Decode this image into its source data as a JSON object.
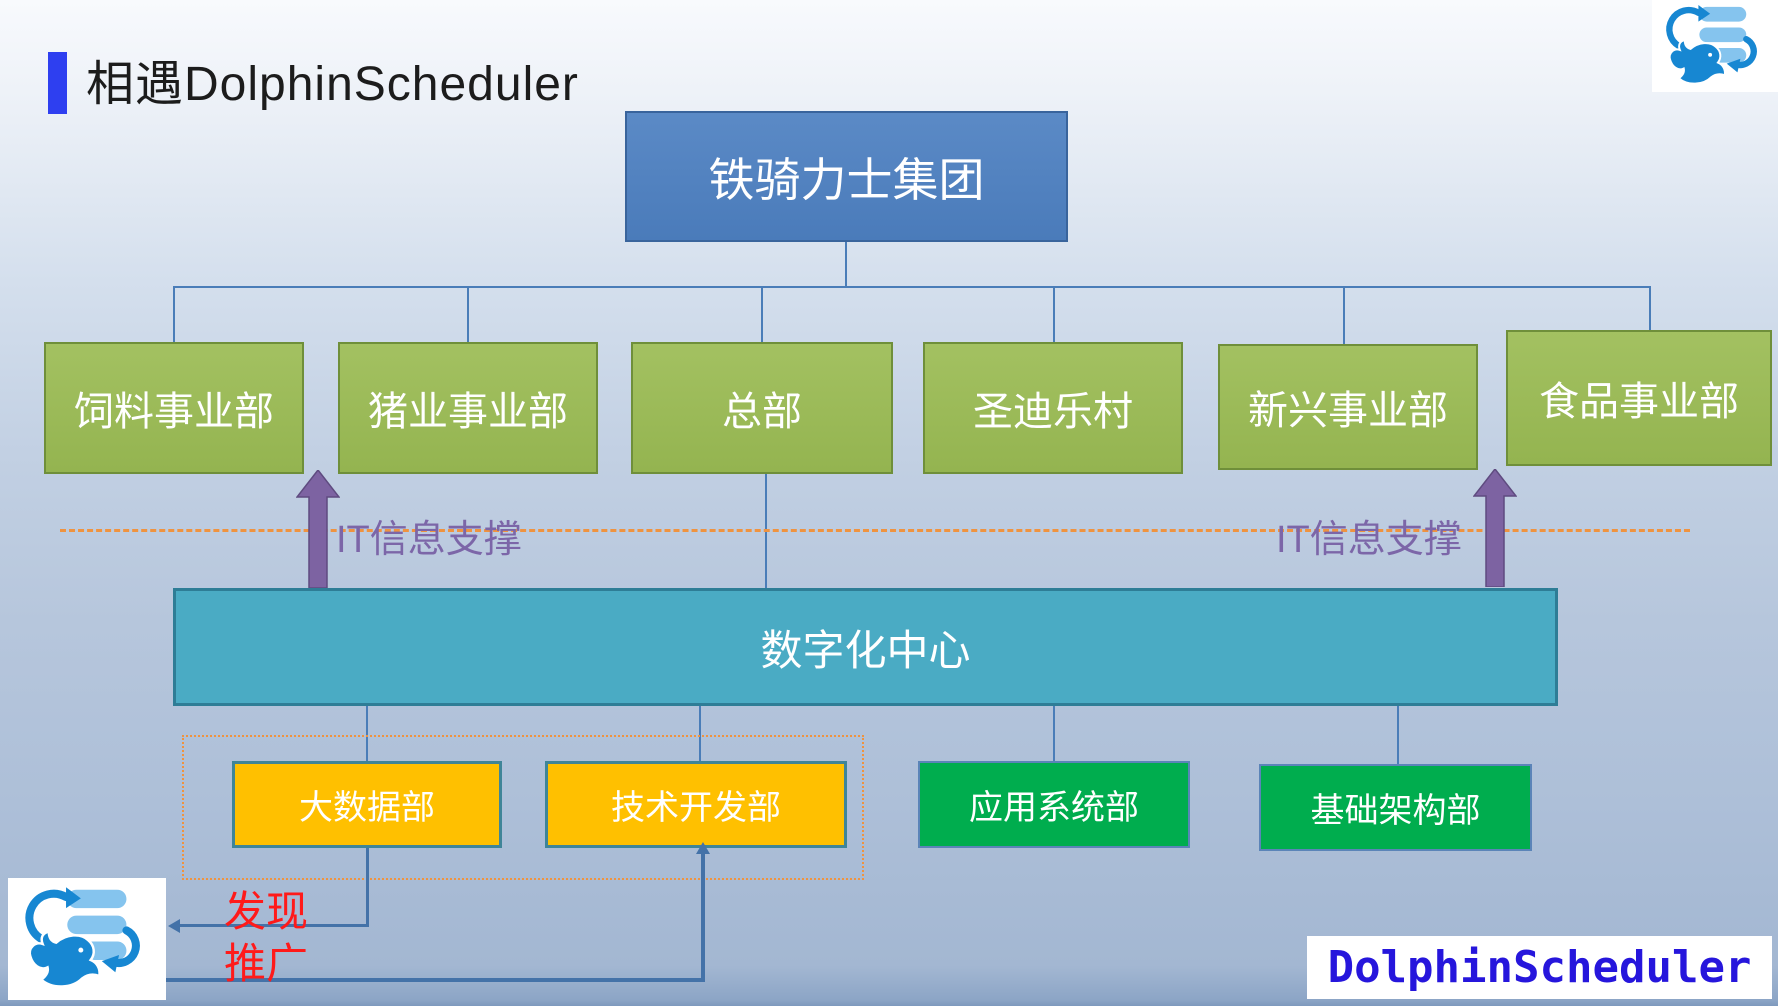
{
  "slide": {
    "title": "相遇DolphinScheduler"
  },
  "chart": {
    "type": "org-chart",
    "root": {
      "label": "铁骑力士集团"
    },
    "divisions": [
      {
        "label": "饲料事业部"
      },
      {
        "label": "猪业事业部"
      },
      {
        "label": "总部"
      },
      {
        "label": "圣迪乐村"
      },
      {
        "label": "新兴事业部"
      },
      {
        "label": "食品事业部"
      }
    ],
    "it_support_left": {
      "label": "IT信息支撑"
    },
    "it_support_right": {
      "label": "IT信息支撑"
    },
    "digital_center": {
      "label": "数字化中心"
    },
    "departments": [
      {
        "label": "大数据部",
        "color": "#FFC000"
      },
      {
        "label": "技术开发部",
        "color": "#FFC000"
      },
      {
        "label": "应用系统部",
        "color": "#00AD4E"
      },
      {
        "label": "基础架构部",
        "color": "#00AD4E"
      }
    ],
    "flow": {
      "discover": "发现",
      "promote": "推广"
    }
  },
  "branding": {
    "wordmark": "DolphinScheduler"
  },
  "colors": {
    "accent_bar": "#2E3FF0",
    "root_fill": "#4A7BBA",
    "division_fill": "#9BB95A",
    "digital_center_fill": "#4AABC4",
    "connector": "#4A7DB8",
    "dashed_orange": "#EF9340",
    "purple_arrow": "#7D63A2",
    "it_label": "#7C66A8",
    "flow_red": "#FF1A1A",
    "wordmark_blue": "#2616DC",
    "logo_blue": "#1787D2",
    "logo_light_blue": "#85C4EE"
  }
}
